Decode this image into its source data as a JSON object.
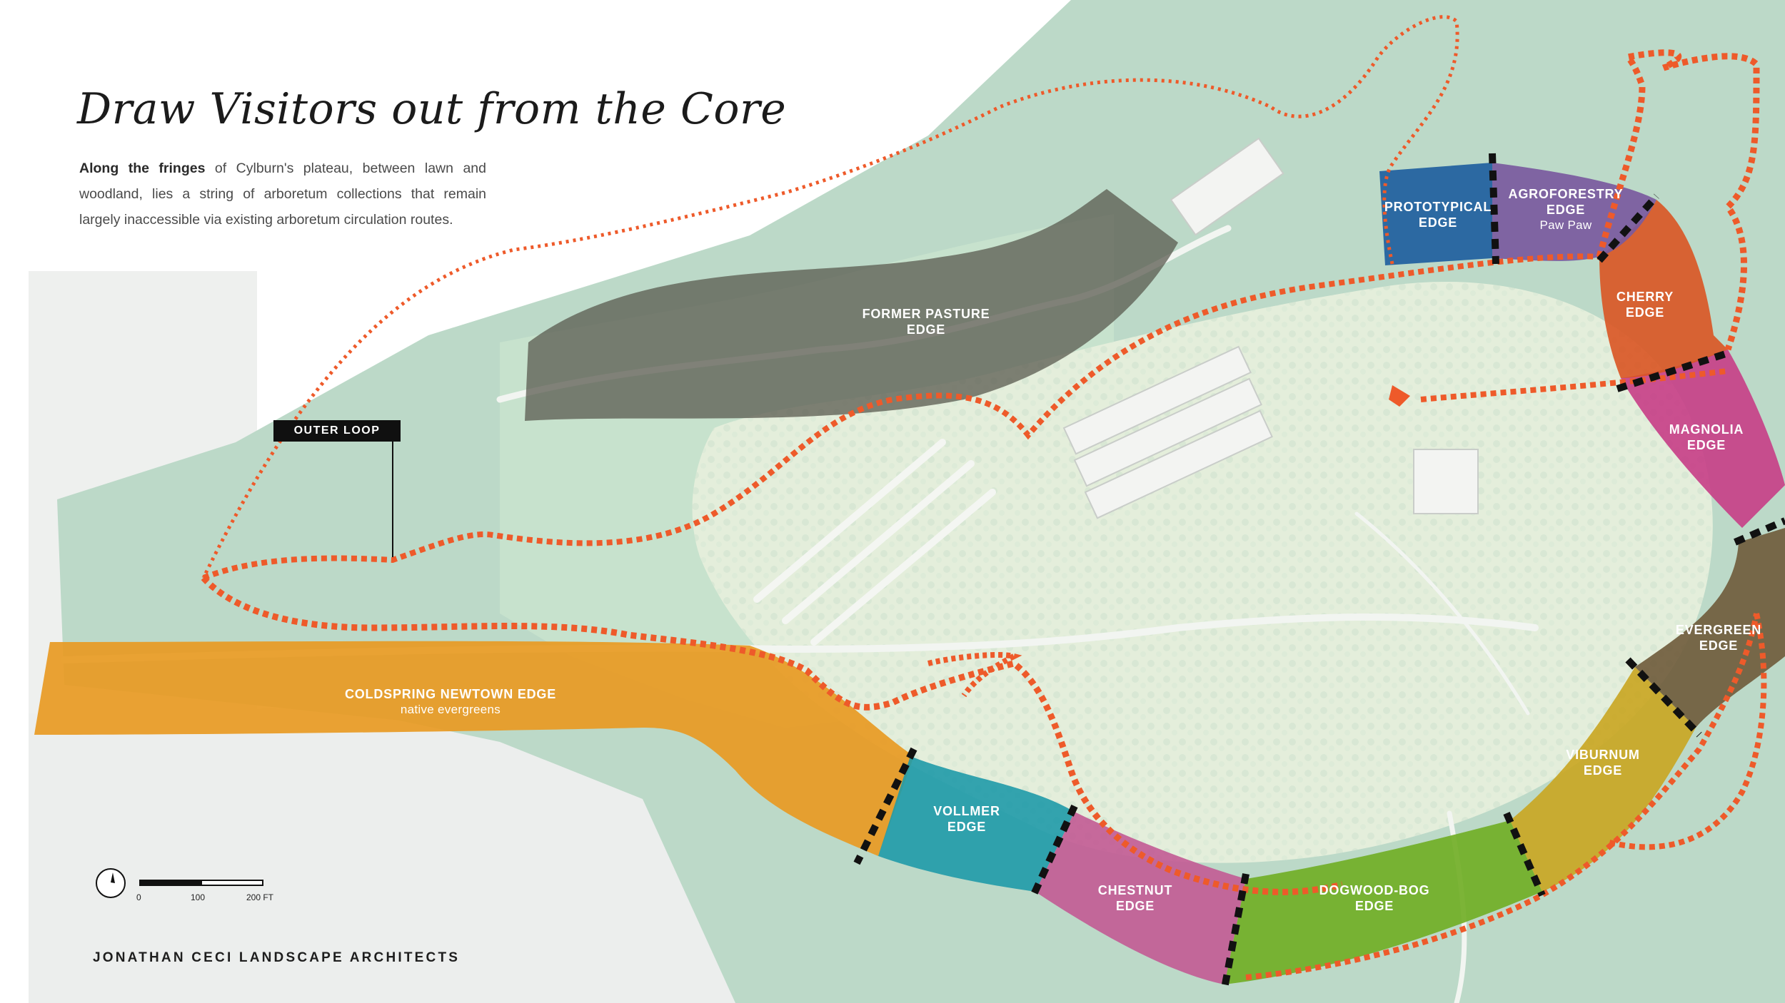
{
  "title": "Draw Visitors out from the Core",
  "intro": {
    "lead": "Along the fringes",
    "body": " of Cylburn's plateau, between lawn and woodland, lies a string of arboretum collections that remain largely inaccessible via existing arboretum circulation routes."
  },
  "callout": {
    "label": "OUTER LOOP"
  },
  "zones": [
    {
      "id": "former-pasture",
      "line1": "FORMER PASTURE",
      "line2": "EDGE",
      "sub": "",
      "color": "#5a5a4f"
    },
    {
      "id": "coldspring",
      "line1": "COLDSPRING NEWTOWN EDGE",
      "line2": "",
      "sub": "native evergreens",
      "color": "#e89a23"
    },
    {
      "id": "vollmer",
      "line1": "VOLLMER",
      "line2": "EDGE",
      "sub": "",
      "color": "#1f9aa8"
    },
    {
      "id": "chestnut",
      "line1": "CHESTNUT",
      "line2": "EDGE",
      "sub": "",
      "color": "#c25a93"
    },
    {
      "id": "dogwood-bog",
      "line1": "DOGWOOD-BOG",
      "line2": "EDGE",
      "sub": "",
      "color": "#6fad22"
    },
    {
      "id": "viburnum",
      "line1": "VIBURNUM",
      "line2": "EDGE",
      "sub": "",
      "color": "#c9a520"
    },
    {
      "id": "evergreen",
      "line1": "EVERGREEN",
      "line2": "EDGE",
      "sub": "",
      "color": "#6e5a3a"
    },
    {
      "id": "magnolia",
      "line1": "MAGNOLIA",
      "line2": "EDGE",
      "sub": "",
      "color": "#c63d86"
    },
    {
      "id": "cherry",
      "line1": "CHERRY",
      "line2": "EDGE",
      "sub": "",
      "color": "#d95422"
    },
    {
      "id": "agroforestry",
      "line1": "AGROFORESTRY",
      "line2": "EDGE",
      "sub": "Paw Paw",
      "color": "#7a5a9e"
    },
    {
      "id": "prototypical",
      "line1": "PROTOTYPICAL",
      "line2": "EDGE",
      "sub": "",
      "color": "#1f5f9e"
    }
  ],
  "scale": {
    "labels": [
      "0",
      "100",
      "200 FT"
    ]
  },
  "firm": "JONATHAN CECI LANDSCAPE ARCHITECTS",
  "colors": {
    "trail": "#ee5a2a",
    "woodland": "#b8d7c6",
    "lawn": "#e6f0df",
    "boundary": "#111111"
  },
  "icons": [
    "north-arrow-icon"
  ]
}
